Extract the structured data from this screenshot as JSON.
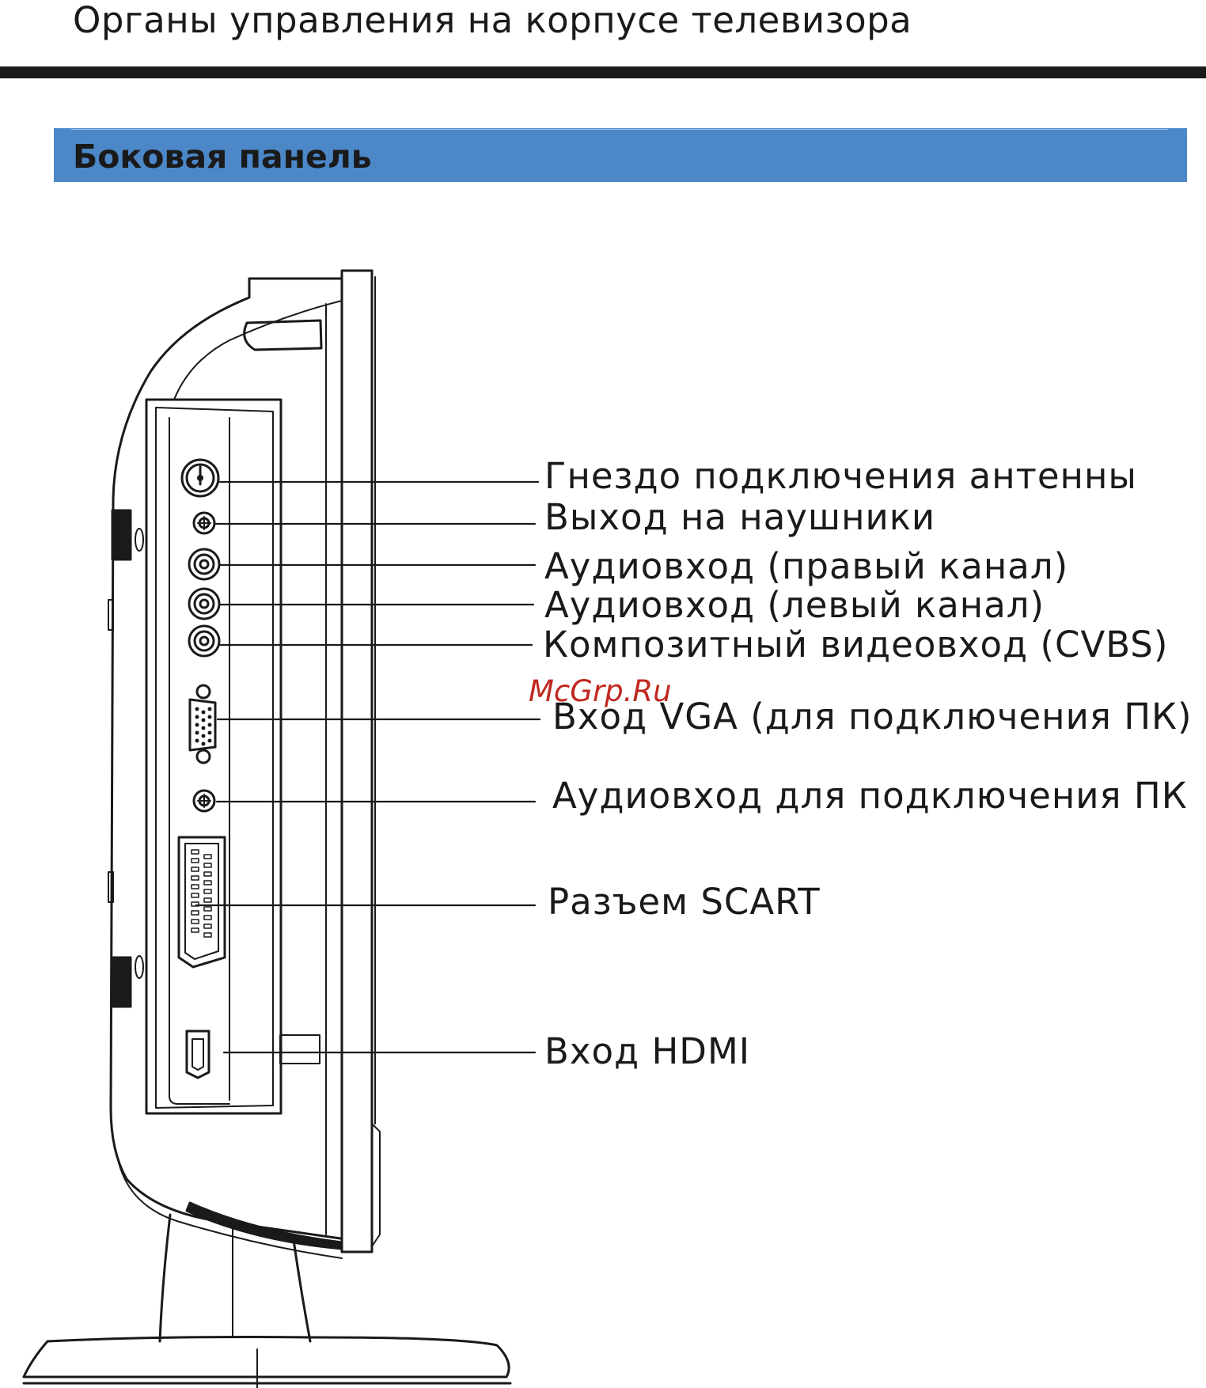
{
  "header": {
    "title": "Органы управления на корпусе телевизора"
  },
  "section": {
    "title": "Боковая панель"
  },
  "watermark": "McGrp.Ru",
  "colors": {
    "section_bar": "#4c87c8",
    "ink": "#1a1a1a",
    "watermark": "#c0281f"
  },
  "callouts": [
    {
      "id": "antenna",
      "label": "Гнездо подключения антенны"
    },
    {
      "id": "headphones",
      "label": "Выход на наушники"
    },
    {
      "id": "audio-right",
      "label": "Аудиовход (правый канал)"
    },
    {
      "id": "audio-left",
      "label": "Аудиовход (левый канал)"
    },
    {
      "id": "cvbs",
      "label": "Композитный видеовход (CVBS)"
    },
    {
      "id": "vga",
      "label": "Вход VGA  (для подключения ПК)"
    },
    {
      "id": "pc-audio",
      "label": "Аудиовход для подключения ПК"
    },
    {
      "id": "scart",
      "label": "Разъем SCART"
    },
    {
      "id": "hdmi",
      "label": "Вход HDMI"
    }
  ]
}
